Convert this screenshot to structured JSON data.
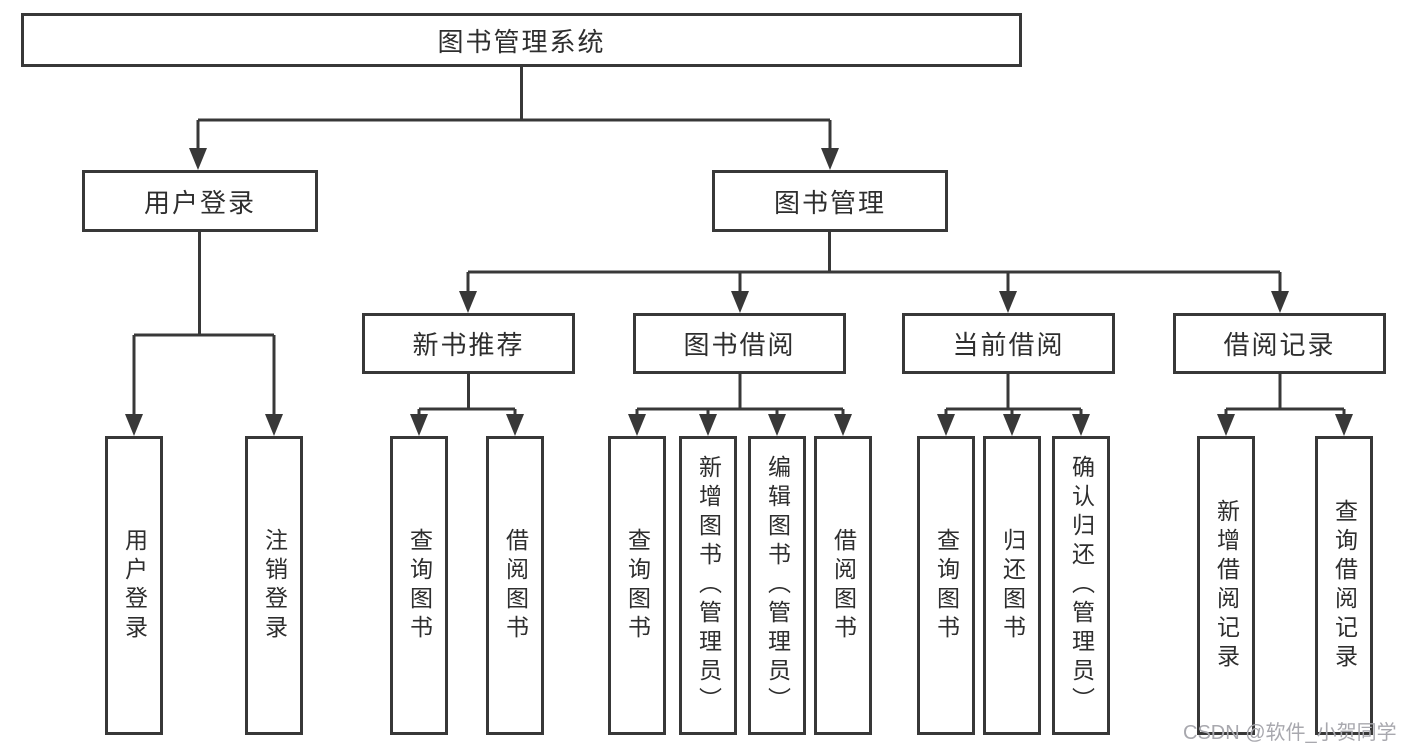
{
  "diagram": {
    "watermark": "CSDN @软件_小贺同学",
    "colors": {
      "line": "#383838",
      "text": "#2e2e2e",
      "node_background": "#ffffff",
      "watermark": "#a8a8ae"
    },
    "tree": {
      "label": "图书管理系统",
      "children": [
        {
          "label": "用户登录",
          "children": [
            {
              "label": "用户登录"
            },
            {
              "label": "注销登录"
            }
          ]
        },
        {
          "label": "图书管理",
          "children": [
            {
              "label": "新书推荐",
              "children": [
                {
                  "label": "查询图书"
                },
                {
                  "label": "借阅图书"
                }
              ]
            },
            {
              "label": "图书借阅",
              "children": [
                {
                  "label": "查询图书"
                },
                {
                  "label": "新增图书（管理员）"
                },
                {
                  "label": "编辑图书（管理员）"
                },
                {
                  "label": "借阅图书"
                }
              ]
            },
            {
              "label": "当前借阅",
              "children": [
                {
                  "label": "查询图书"
                },
                {
                  "label": "归还图书"
                },
                {
                  "label": "确认归还（管理员）"
                }
              ]
            },
            {
              "label": "借阅记录",
              "children": [
                {
                  "label": "新增借阅记录"
                },
                {
                  "label": "查询借阅记录"
                }
              ]
            }
          ]
        }
      ]
    }
  }
}
